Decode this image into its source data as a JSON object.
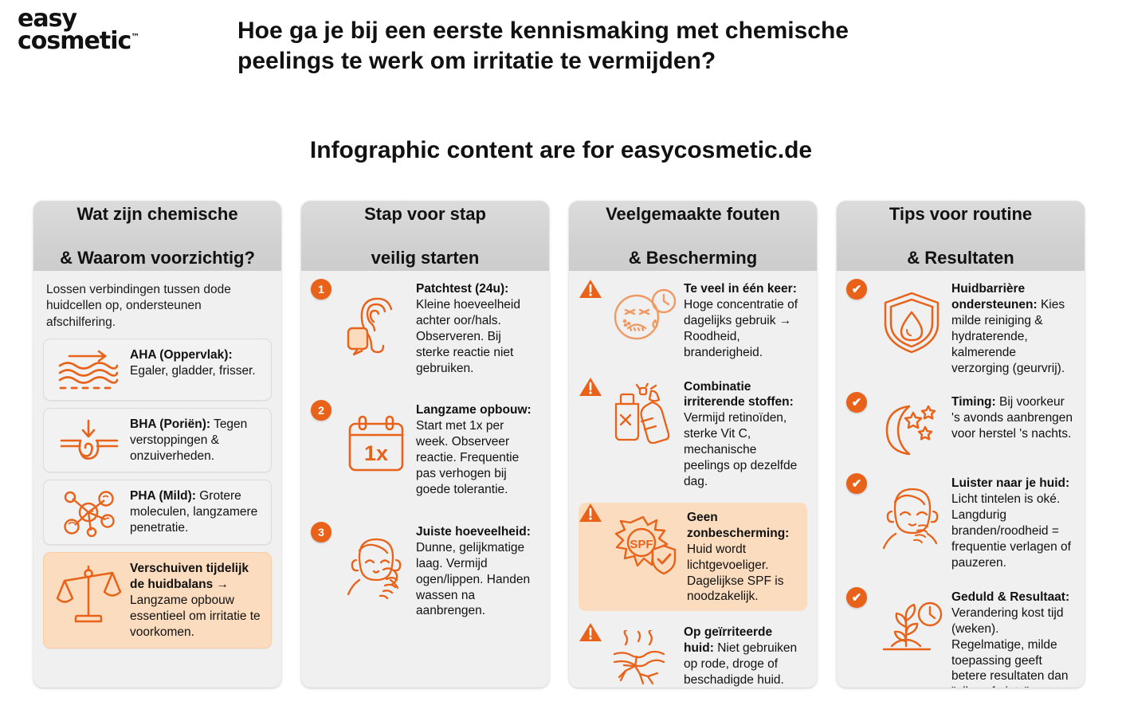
{
  "brand": {
    "line1": "easy",
    "line2": "cosmetic",
    "tm": "™"
  },
  "header": {
    "question": "Hoe ga je bij een eerste kennismaking met chemische peelings te werk om irritatie te vermijden?",
    "subtitle": "Infographic content are for easycosmetic.de"
  },
  "colors": {
    "accent": "#e8621a",
    "highlight_bg": "#fbdcbe",
    "card_bg": "#f2f2f2",
    "panel_bg": "#f0f0f0",
    "header_bg": "#d4d4d4"
  },
  "columns": [
    {
      "title": "Wat zijn chemische & Waarom voorzichtig?",
      "title_line1": "Wat zijn chemische",
      "title_line2": "& Waarom voorzichtig?",
      "intro": "Lossen verbindingen tussen dode huidcellen op, ondersteunen afschilfering.",
      "items": [
        {
          "icon": "wavy-lines-arrow-icon",
          "lead": "AHA (Oppervlak):",
          "body": "Egaler, gladder, frisser.",
          "highlight": false
        },
        {
          "icon": "pore-arrow-icon",
          "lead": "BHA (Poriën):",
          "body": "Tegen verstoppingen & onzuiverheden.",
          "highlight": false
        },
        {
          "icon": "molecule-icon",
          "lead": "PHA (Mild):",
          "body": "Grotere moleculen, langzamere penetratie.",
          "highlight": false
        },
        {
          "icon": "balance-scale-icon",
          "lead": "Verschuiven tijdelijk de huidbalans →",
          "body": "Langzame opbouw essentieel om irritatie te voorkomen.",
          "highlight": true
        }
      ]
    },
    {
      "title": "Stap voor stap veilig starten",
      "title_line1": "Stap voor stap",
      "title_line2": "veilig starten",
      "intro": "",
      "items": [
        {
          "icon": "ear-patch-icon",
          "marker": "1",
          "lead": "Patchtest (24u):",
          "body": "Kleine hoeveelheid achter oor/hals. Observeren. Bij sterke reactie niet gebruiken.",
          "highlight": false
        },
        {
          "icon": "calendar-1x-icon",
          "marker": "2",
          "icon_label": "1x",
          "lead": "Langzame opbouw:",
          "body": "Start met 1x per week. Observeer reactie. Frequentie pas verhogen bij goede tolerantie.",
          "highlight": false
        },
        {
          "icon": "face-applying-icon",
          "marker": "3",
          "lead": "Juiste hoeveelheid:",
          "body": "Dunne, gelijkmatige laag. Vermijd ogen/lippen. Handen wassen na aanbrengen.",
          "highlight": false
        }
      ]
    },
    {
      "title": "Veelgemaakte fouten & Bescherming",
      "title_line1": "Veelgemaakte fouten",
      "title_line2": "& Bescherming",
      "intro": "",
      "items": [
        {
          "icon": "irritated-face-clock-icon",
          "marker": "warning",
          "lead": "Te veel in één keer:",
          "body": "Hoge concentratie of dagelijks gebruik → Roodheid, branderigheid.",
          "highlight": false
        },
        {
          "icon": "bottles-x-icon",
          "marker": "warning",
          "lead": "Combinatie irriterende stoffen:",
          "body": " Vermijd retinoïden, sterke Vit C, mechanische peelings op dezelfde dag.",
          "highlight": false
        },
        {
          "icon": "spf-sun-shield-icon",
          "marker": "warning",
          "icon_label": "SPF",
          "lead": "Geen zonbescherming:",
          "body": "Huid wordt lichtgevoeliger. Dagelijkse SPF is noodzakelijk.",
          "highlight": true
        },
        {
          "icon": "cracked-skin-icon",
          "marker": "warning",
          "lead": "Op geïrriteerde huid:",
          "body": "Niet gebruiken op rode, droge of beschadigde huid. Huid heeft rust nodig.",
          "highlight": false
        }
      ]
    },
    {
      "title": "Tips voor routine & Resultaten",
      "title_line1": "Tips voor routine",
      "title_line2": "& Resultaten",
      "intro": "",
      "items": [
        {
          "icon": "shield-droplet-icon",
          "marker": "check",
          "lead": "Huidbarrière ondersteunen:",
          "body": " Kies milde reiniging & hydraterende, kalmerende verzorging (geurvrij).",
          "highlight": false
        },
        {
          "icon": "moon-stars-icon",
          "marker": "check",
          "lead": "Timing:",
          "body": "Bij voorkeur 's avonds aanbrengen voor herstel 's nachts.",
          "highlight": false
        },
        {
          "icon": "calm-face-icon",
          "marker": "check",
          "lead": "Luister naar je huid:",
          "body": "Licht tintelen is oké. Langdurig branden/roodheid = frequentie verlagen of pauzeren.",
          "highlight": false
        },
        {
          "icon": "sprout-clock-icon",
          "marker": "check",
          "lead": "Geduld & Resultaat:",
          "body": "Verandering kost tijd (weken). Regelmatige, milde toepassing geeft betere resultaten dan \"alles of niets\".",
          "highlight": false
        }
      ]
    }
  ]
}
